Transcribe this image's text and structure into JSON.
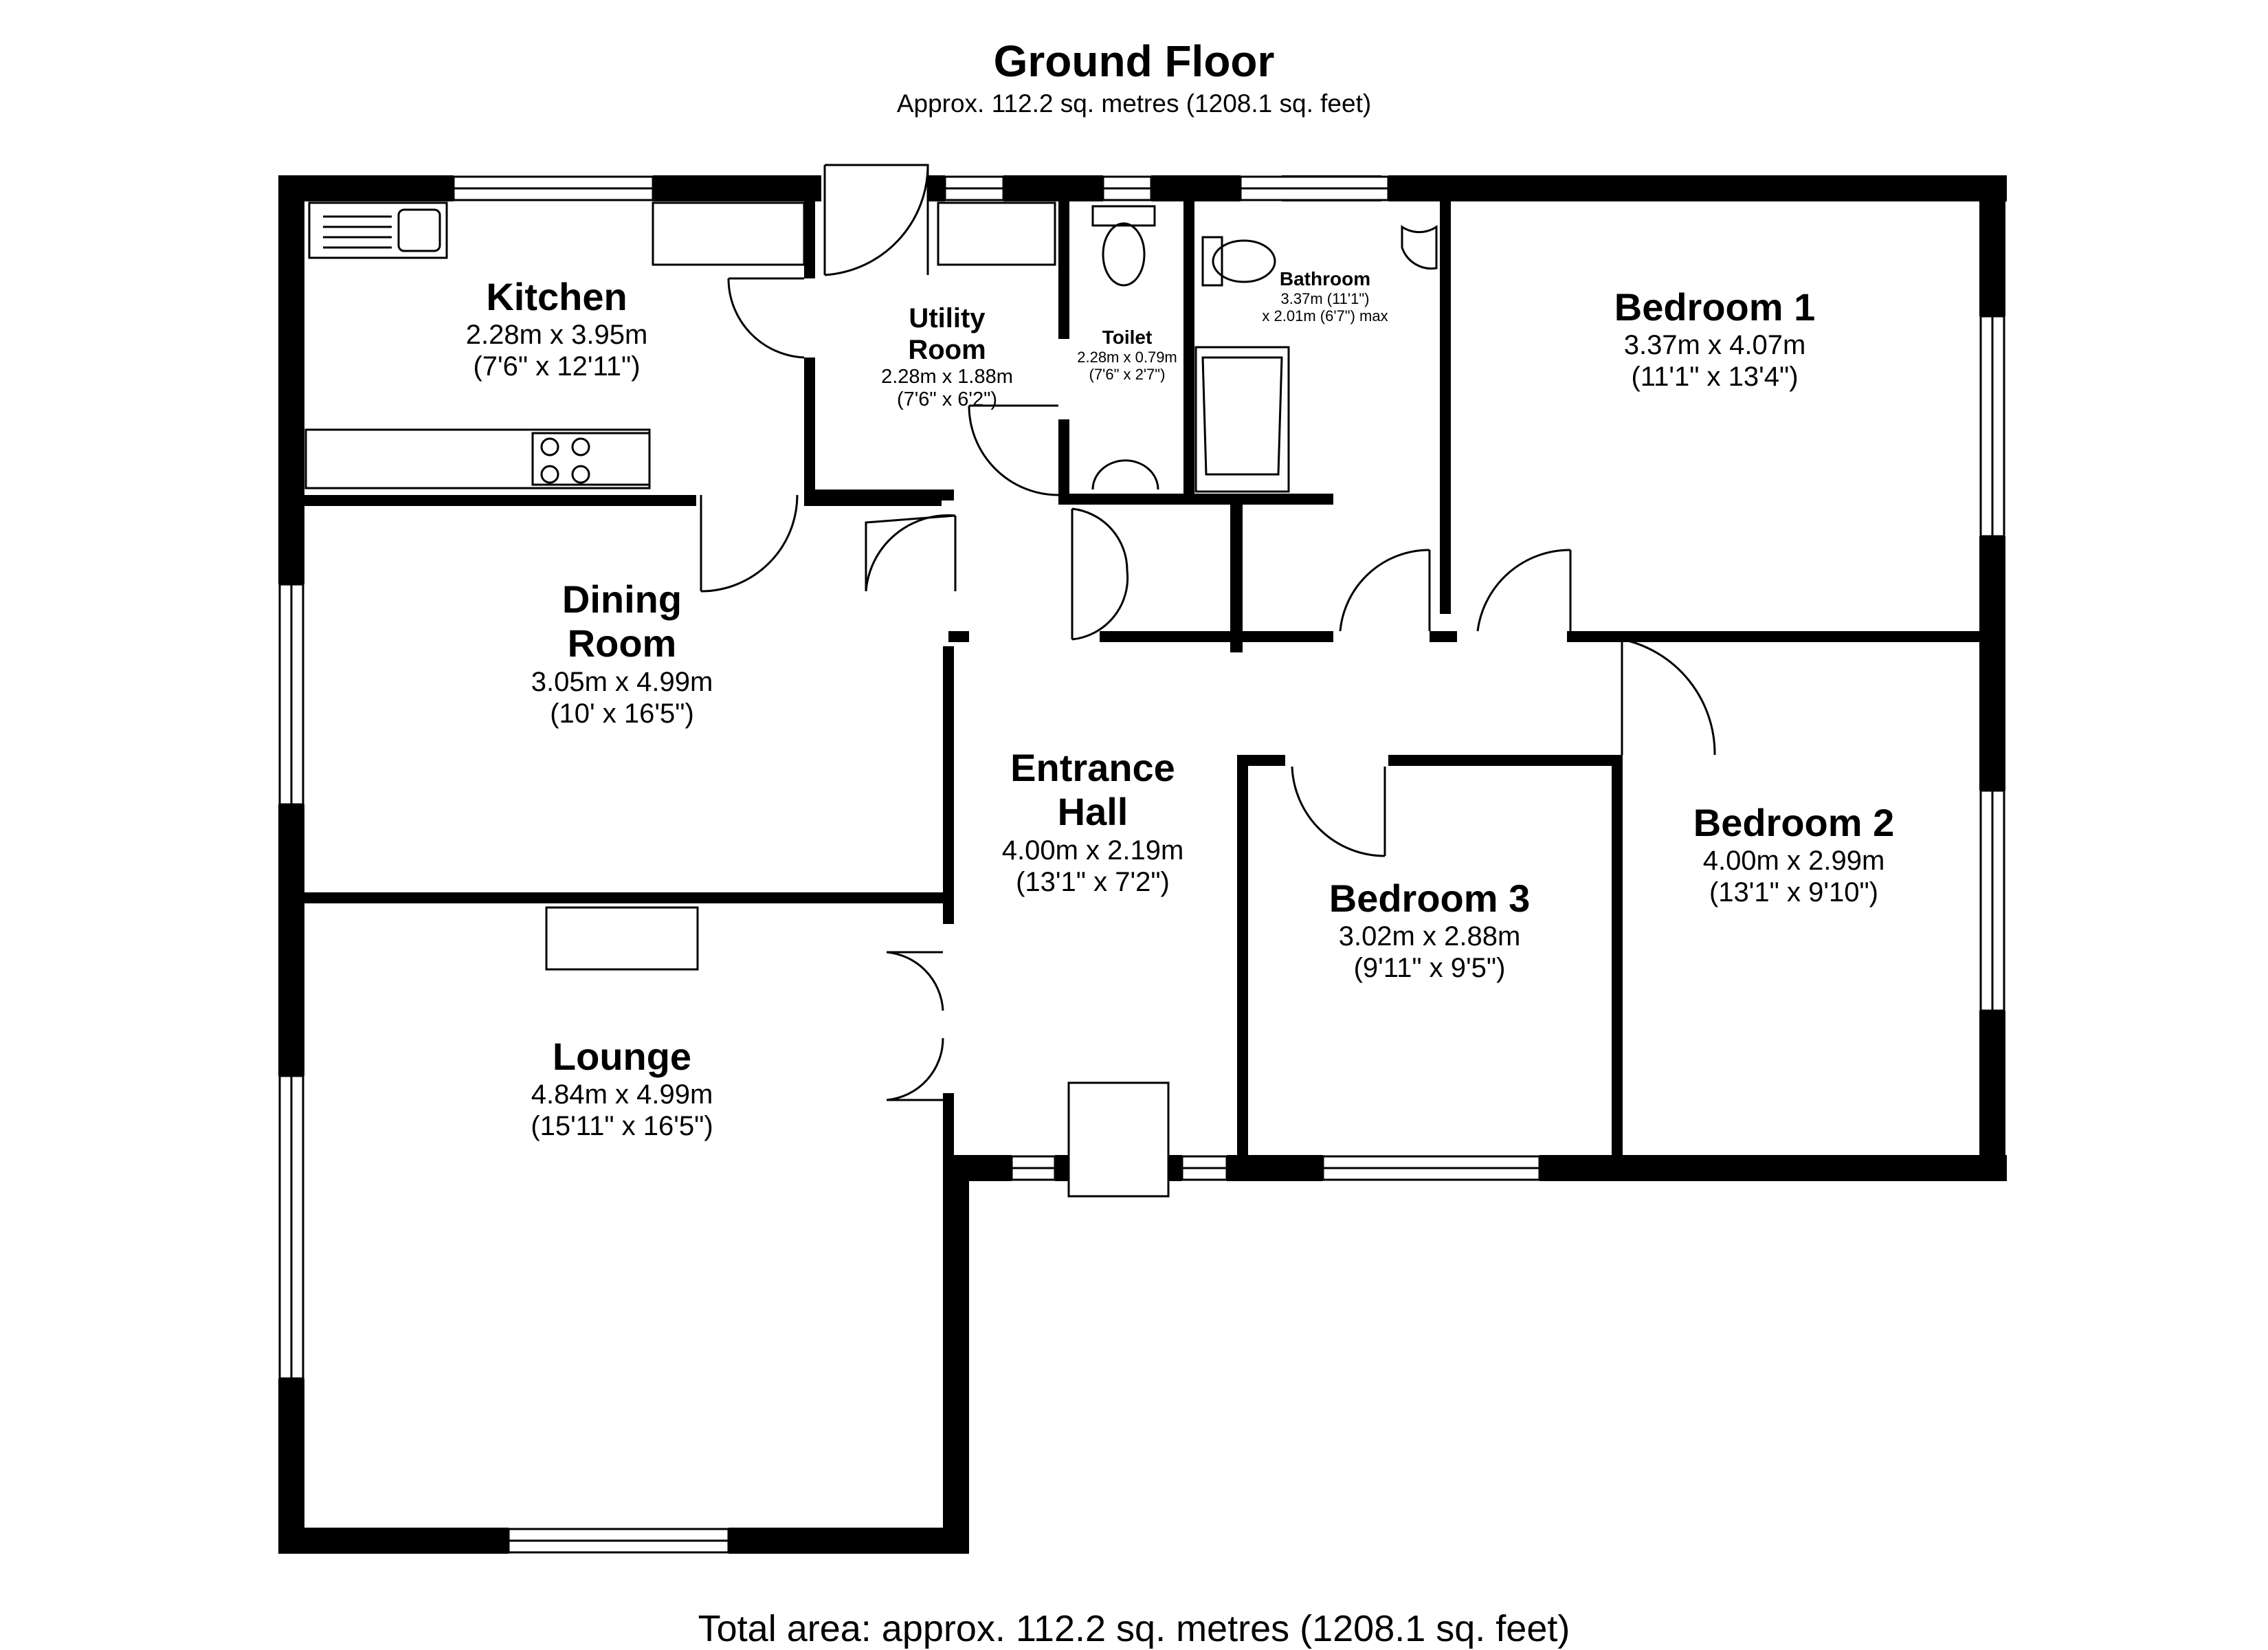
{
  "header": {
    "title": "Ground Floor",
    "subtitle": "Approx. 112.2 sq. metres (1208.1 sq. feet)"
  },
  "rooms": [
    {
      "id": "kitchen",
      "name": "Kitchen",
      "metric": "2.28m x 3.95m",
      "imperial": "(7'6\" x 12'11\")"
    },
    {
      "id": "utility",
      "name": "Utility\nRoom",
      "metric": "2.28m x 1.88m",
      "imperial": "(7'6\" x 6'2\")"
    },
    {
      "id": "toilet",
      "name": "Toilet",
      "metric": "2.28m x 0.79m",
      "imperial": "(7'6\" x 2'7\")"
    },
    {
      "id": "bathroom",
      "name": "Bathroom",
      "metric": "3.37m (11'1\")",
      "imperial": "x 2.01m (6'7\") max"
    },
    {
      "id": "bedroom1",
      "name": "Bedroom 1",
      "metric": "3.37m x 4.07m",
      "imperial": "(11'1\" x 13'4\")"
    },
    {
      "id": "dining",
      "name": "Dining\nRoom",
      "metric": "3.05m x 4.99m",
      "imperial": "(10' x 16'5\")"
    },
    {
      "id": "entrance",
      "name": "Entrance\nHall",
      "metric": "4.00m x 2.19m",
      "imperial": "(13'1\" x 7'2\")"
    },
    {
      "id": "bedroom2",
      "name": "Bedroom 2",
      "metric": "4.00m x 2.99m",
      "imperial": "(13'1\" x 9'10\")"
    },
    {
      "id": "bedroom3",
      "name": "Bedroom 3",
      "metric": "3.02m x 2.88m",
      "imperial": "(9'11\" x 9'5\")"
    },
    {
      "id": "lounge",
      "name": "Lounge",
      "metric": "4.84m x 4.99m",
      "imperial": "(15'11\" x 16'5\")"
    }
  ],
  "footer": {
    "total": "Total area: approx. 112.2 sq. metres (1208.1 sq. feet)"
  }
}
